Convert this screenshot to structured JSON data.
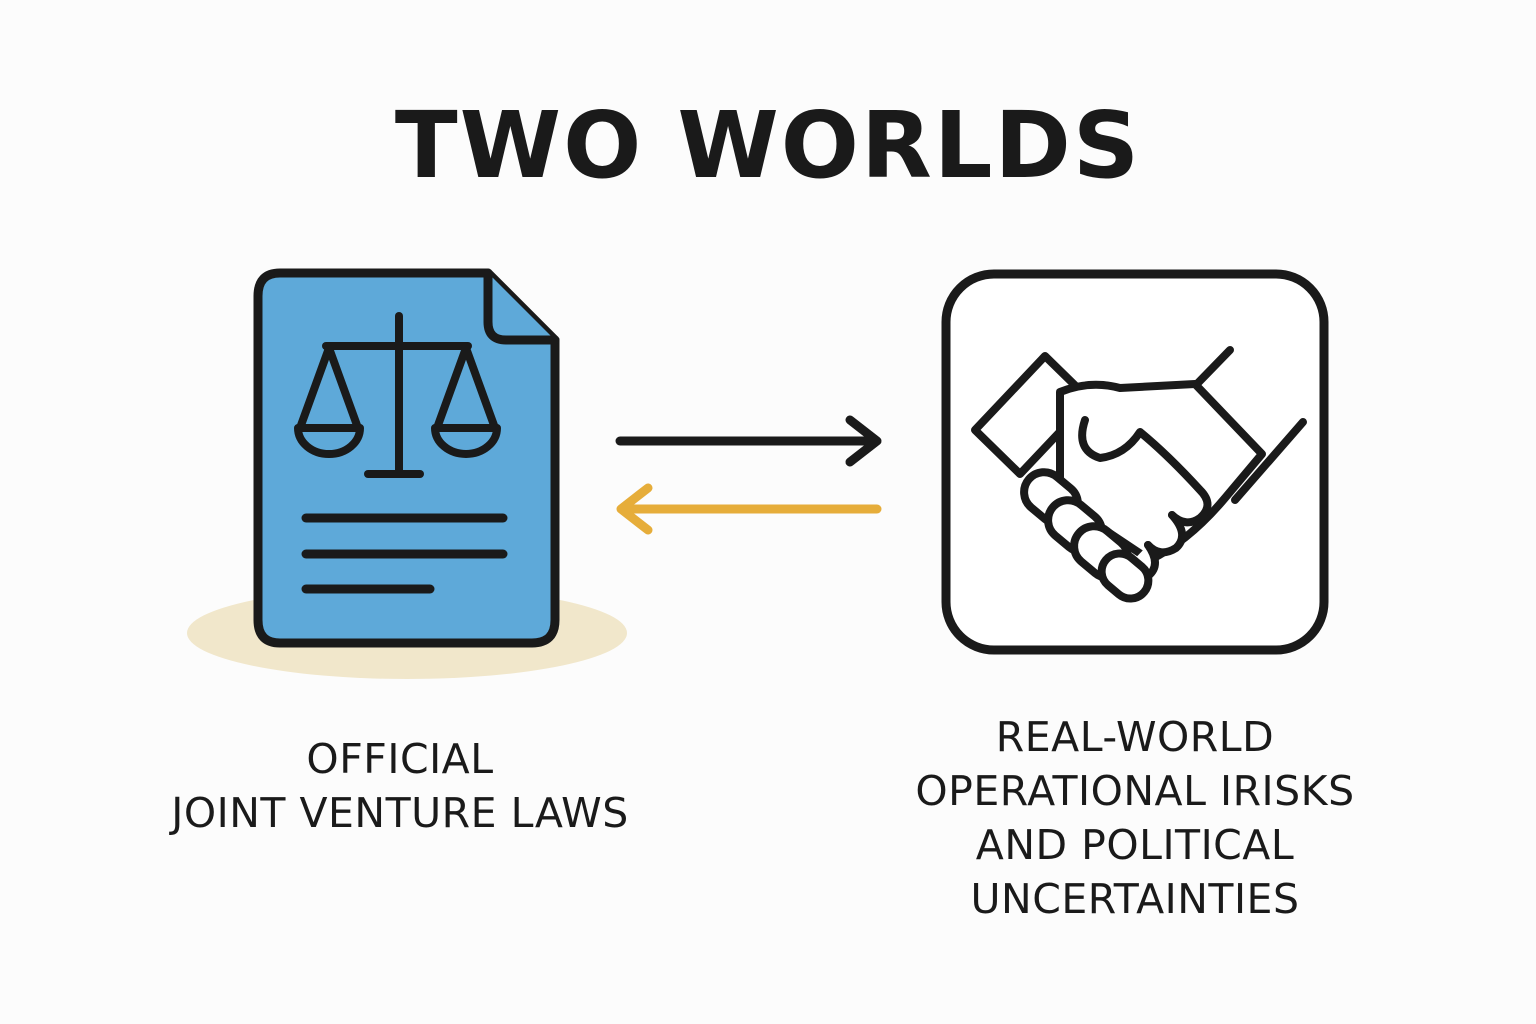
{
  "title": "TWO WORLDS",
  "left": {
    "icon": "legal-document-scales-icon",
    "label_lines": [
      "OFFICIAL",
      "JOINT VENTURE LAWS"
    ]
  },
  "right": {
    "icon": "handshake-icon",
    "label_lines": [
      "REAL-WORLD",
      "OPERATIONAL IRISKS",
      "AND POLITICAL",
      "UNCERTAINTIES"
    ]
  },
  "arrows": {
    "forward_color": "#1a1a1a",
    "backward_color": "#e6ad3a"
  },
  "colors": {
    "document_fill": "#5ea9d9",
    "shadow": "#f1e7cb",
    "outline": "#1a1a1a"
  }
}
